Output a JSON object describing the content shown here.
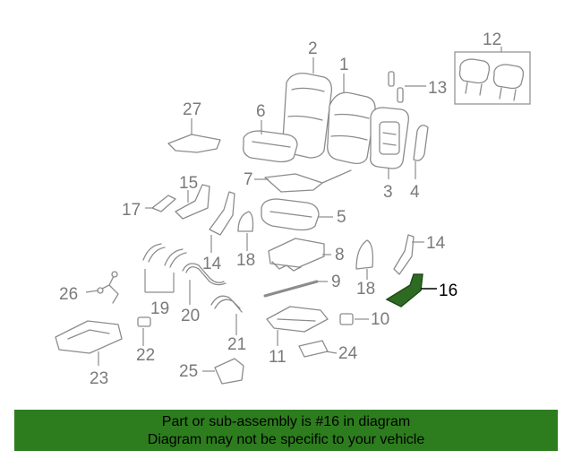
{
  "diagram": {
    "callouts": [
      {
        "num": "1"
      },
      {
        "num": "2"
      },
      {
        "num": "3"
      },
      {
        "num": "4"
      },
      {
        "num": "5"
      },
      {
        "num": "6"
      },
      {
        "num": "7"
      },
      {
        "num": "8"
      },
      {
        "num": "9"
      },
      {
        "num": "10"
      },
      {
        "num": "11"
      },
      {
        "num": "12"
      },
      {
        "num": "13"
      },
      {
        "num": "14"
      },
      {
        "num": "14"
      },
      {
        "num": "15"
      },
      {
        "num": "16"
      },
      {
        "num": "17"
      },
      {
        "num": "18"
      },
      {
        "num": "18"
      },
      {
        "num": "19"
      },
      {
        "num": "20"
      },
      {
        "num": "21"
      },
      {
        "num": "22"
      },
      {
        "num": "23"
      },
      {
        "num": "24"
      },
      {
        "num": "25"
      },
      {
        "num": "26"
      },
      {
        "num": "27"
      }
    ],
    "highlight_part": "16",
    "highlight_color": "#2e6b22",
    "line_color": "#8c8c8c"
  },
  "banner": {
    "line1": "Part or sub-assembly is #16 in diagram",
    "line2": "Diagram may not be specific to your vehicle",
    "background_color": "#2d7d1e"
  }
}
